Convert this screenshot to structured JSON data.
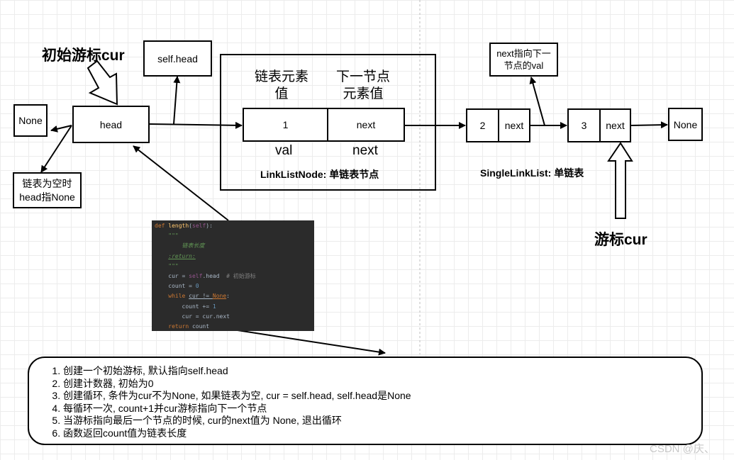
{
  "labels": {
    "init_cur": "初始游标cur",
    "cur": "游标cur",
    "val_header": "链表元素\n值",
    "next_header": "下一节点\n元素值",
    "val_below": "val",
    "next_below": "next",
    "node_caption": "LinkListNode: 单链表节点",
    "list_caption": "SingleLinkList: 单链表",
    "empty_note": "链表为空时\nhead指None",
    "next_note": "next指向下一\n节点的val",
    "watermark": "CSDN @庆、"
  },
  "boxes": {
    "none_left": "None",
    "head": "head",
    "self_head": "self.head",
    "node1_val": "1",
    "node1_next": "next",
    "node2_val": "2",
    "node2_next": "next",
    "node3_val": "3",
    "node3_next": "next",
    "none_right": "None"
  },
  "code": {
    "l1_def": "def ",
    "l1_name": "length",
    "l1_paren": "(",
    "l1_self": "self",
    "l1_end": "):",
    "l2": "\"\"\"",
    "l3": "链表长度",
    "l4": ":return:",
    "l5": "\"\"\"",
    "l6_a": "cur = ",
    "l6_self": "self",
    "l6_b": ".head  ",
    "l6_cm": "# 初始游标",
    "l7_a": "count = ",
    "l7_num": "0",
    "l8_kw": "while ",
    "l8_a": "cur != ",
    "l8_none": "None",
    "l8_b": ":",
    "l9_a": "count += ",
    "l9_num": "1",
    "l10": "cur = cur.next",
    "l11_kw": "return ",
    "l11_a": "count"
  },
  "steps": [
    "创建一个初始游标, 默认指向self.head",
    "创建计数器, 初始为0",
    "创建循环, 条件为cur不为None, 如果链表为空, cur = self.head, self.head是None",
    "每循环一次, count+1并cur游标指向下一个节点",
    "当游标指向最后一个节点的时候, cur的next值为 None, 退出循环",
    "函数返回count值为链表长度"
  ]
}
